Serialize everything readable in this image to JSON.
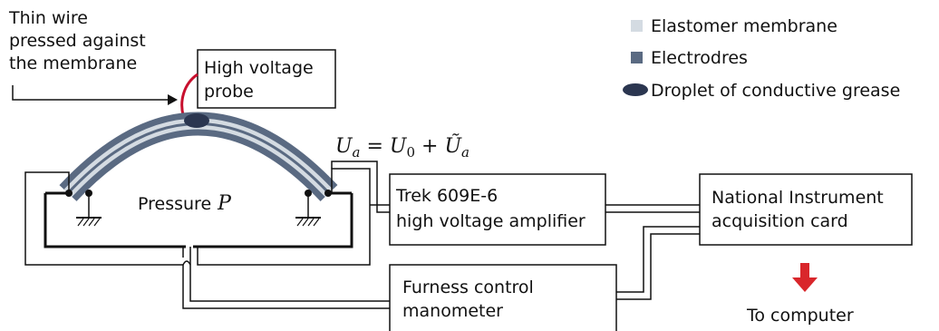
{
  "wire_label": [
    "Thin wire",
    "pressed against",
    "the membrane"
  ],
  "probe_label": [
    "High voltage",
    "probe"
  ],
  "legend": {
    "membrane": "Elastomer membrane",
    "electrodes": "Electrodres",
    "droplet": "Droplet of conductive grease"
  },
  "voltage_eq": {
    "lhs": "U",
    "lhs_sub": "a",
    "eq": " = ",
    "u0": "U",
    "u0_sub": "0",
    "plus": " + ",
    "tilde_u": "Ũ",
    "tilde_sub": "a"
  },
  "pressure_label": "Pressure",
  "pressure_symbol": "P",
  "amplifier": [
    "Trek 609E-6",
    "high voltage amplifier"
  ],
  "daq": [
    "National Instrument",
    "acquisition card"
  ],
  "manometer": [
    "Furness control",
    "manometer"
  ],
  "to_computer": "To computer",
  "colors": {
    "membrane": "#d4dbe2",
    "electrode": "#5a6a82",
    "droplet": "#2b3650",
    "probe_wire": "#c8102e",
    "arrow": "#d9262b"
  }
}
